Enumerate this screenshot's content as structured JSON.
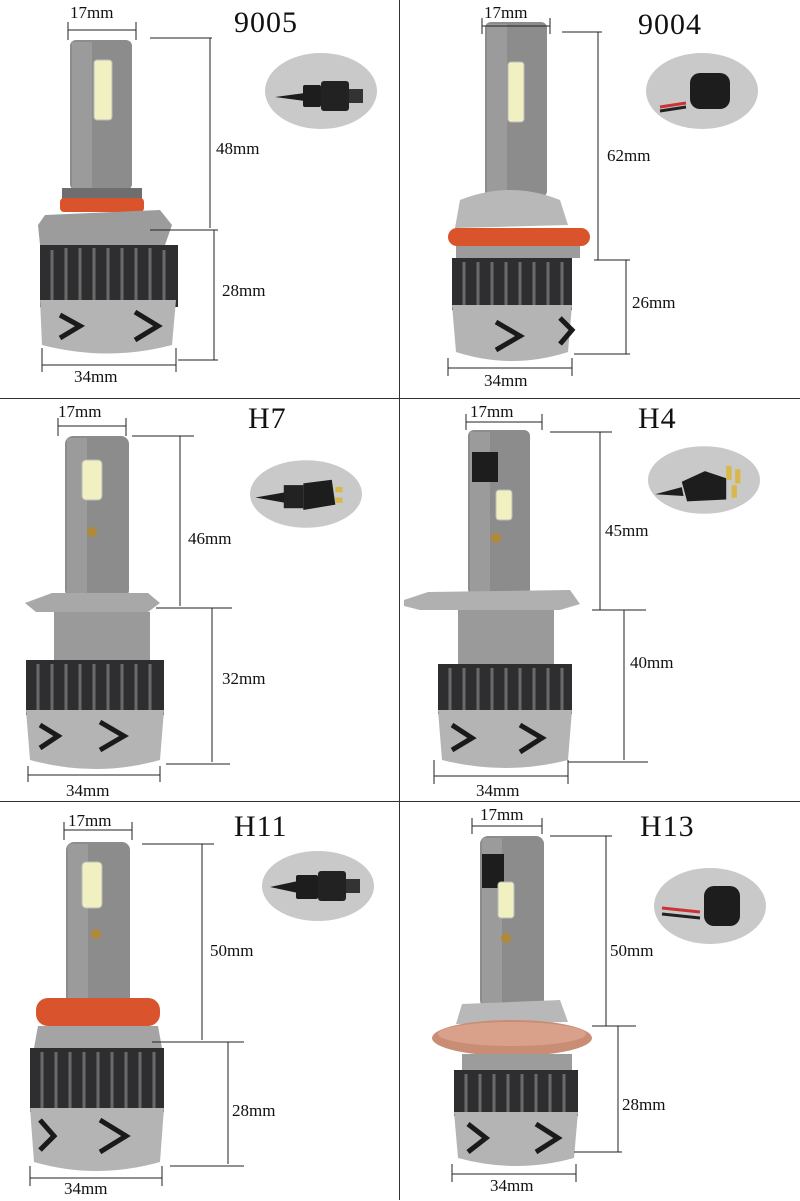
{
  "panels": [
    {
      "model": "9005",
      "width_top": "17mm",
      "upper": "48mm",
      "lower": "28mm",
      "width_base": "34mm",
      "ring_color": "#d9532c"
    },
    {
      "model": "9004",
      "width_top": "17mm",
      "upper": "62mm",
      "lower": "26mm",
      "width_base": "34mm",
      "ring_color": "#d9532c"
    },
    {
      "model": "H7",
      "width_top": "17mm",
      "upper": "46mm",
      "lower": "32mm",
      "width_base": "34mm",
      "ring_color": ""
    },
    {
      "model": "H4",
      "width_top": "17mm",
      "upper": "45mm",
      "lower": "40mm",
      "width_base": "34mm",
      "ring_color": ""
    },
    {
      "model": "H11",
      "width_top": "17mm",
      "upper": "50mm",
      "lower": "28mm",
      "width_base": "34mm",
      "ring_color": "#d9532c"
    },
    {
      "model": "H13",
      "width_top": "17mm",
      "upper": "50mm",
      "lower": "28mm",
      "width_base": "34mm",
      "ring_color": "#d9532c"
    }
  ],
  "icons": {
    "bulb": "led-headlight-bulb-icon",
    "plug": "connector-plug-icon"
  },
  "colors": {
    "border": "#333333",
    "body": "#8e8e8e",
    "fins": "#2e2e30",
    "led": "#f1f0c0",
    "plug_bg": "#c9c9c9"
  }
}
